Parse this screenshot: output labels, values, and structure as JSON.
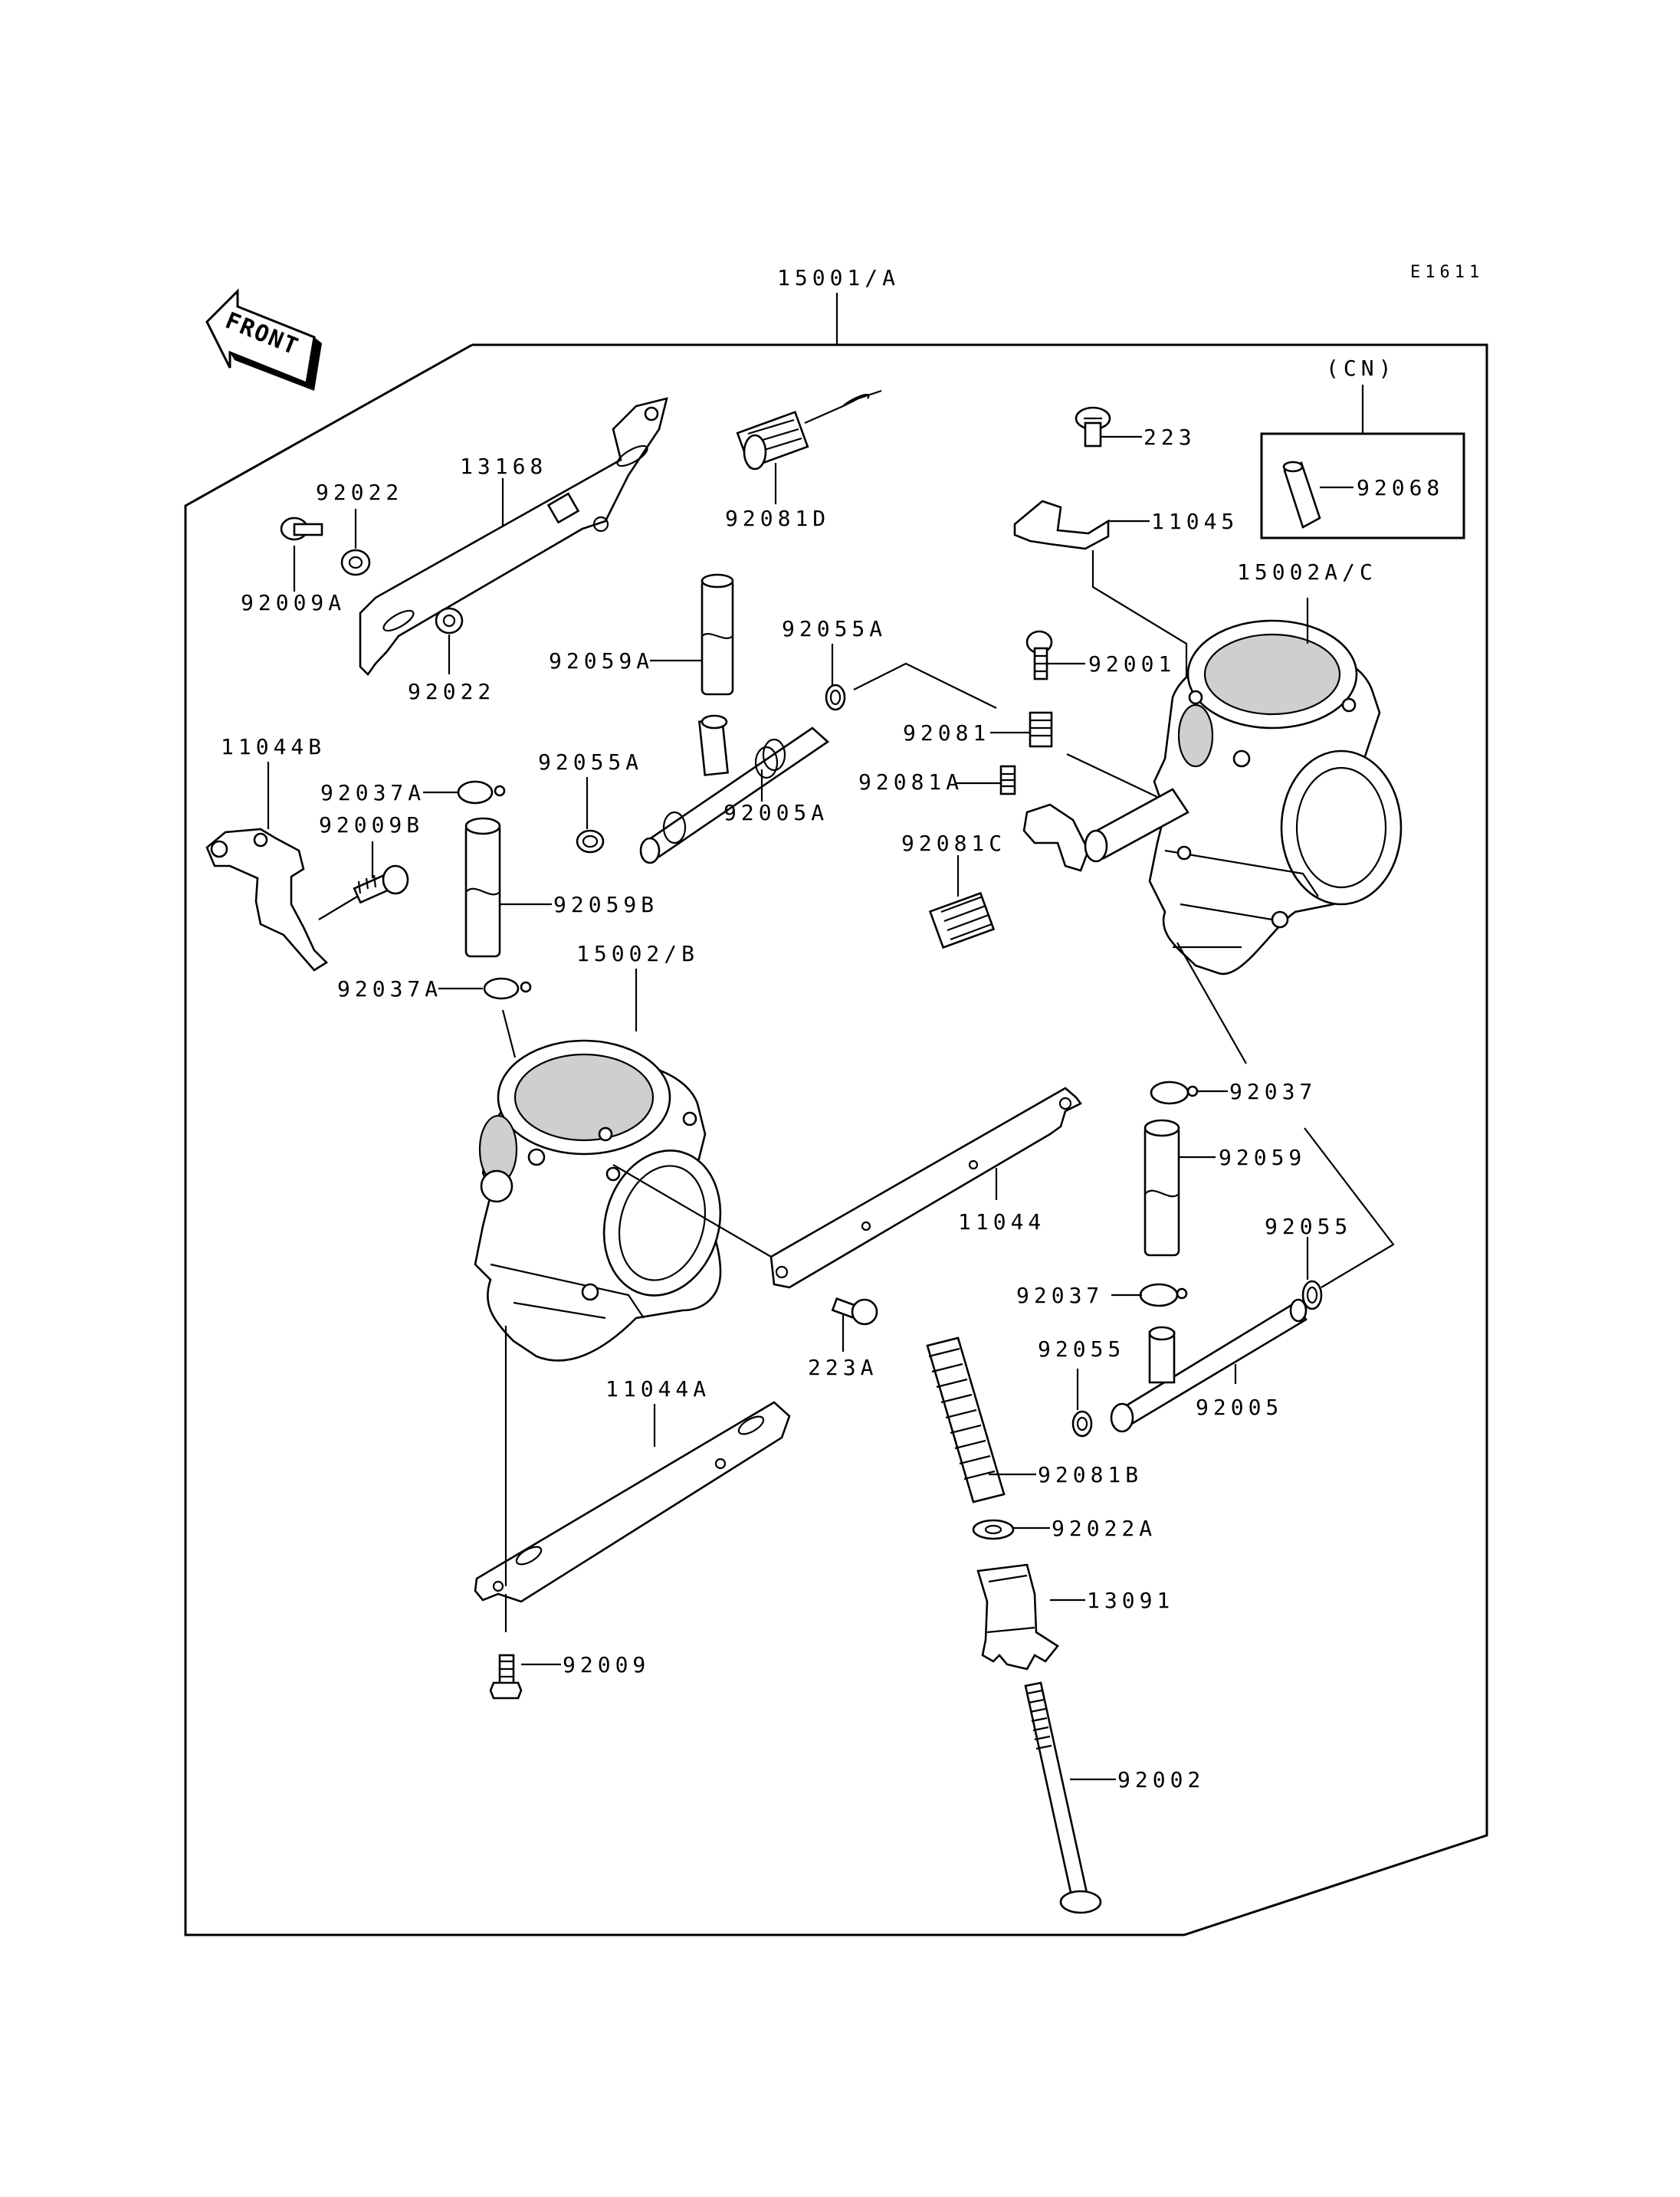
{
  "diagram_code": "E1611",
  "front_label": "FRONT",
  "assembly_label": "15001/A",
  "cn_group_label": "(CN)",
  "parts": {
    "p13168": "13168",
    "p92022_top": "92022",
    "p92022_bottom": "92022",
    "p92009A": "92009A",
    "p92081D": "92081D",
    "p223": "223",
    "p11045": "11045",
    "p92068": "92068",
    "p15002AC": "15002A/C",
    "p92059A": "92059A",
    "p92055A_top": "92055A",
    "p92001": "92001",
    "p92081": "92081",
    "p92081A": "92081A",
    "p11044B": "11044B",
    "p92037A_top": "92037A",
    "p92009B": "92009B",
    "p92055A_left": "92055A",
    "p92005A": "92005A",
    "p92081C": "92081C",
    "p92059B": "92059B",
    "p15002B": "15002/B",
    "p92037A_bottom": "92037A",
    "p92037_top": "92037",
    "p92059": "92059",
    "p11044": "11044",
    "p92055_right": "92055",
    "p92037_bottom": "92037",
    "p92055_mid": "92055",
    "p223A": "223A",
    "p92005": "92005",
    "p11044A": "11044A",
    "p92081B": "92081B",
    "p92022A": "92022A",
    "p13091": "13091",
    "p92009": "92009",
    "p92002": "92002"
  }
}
